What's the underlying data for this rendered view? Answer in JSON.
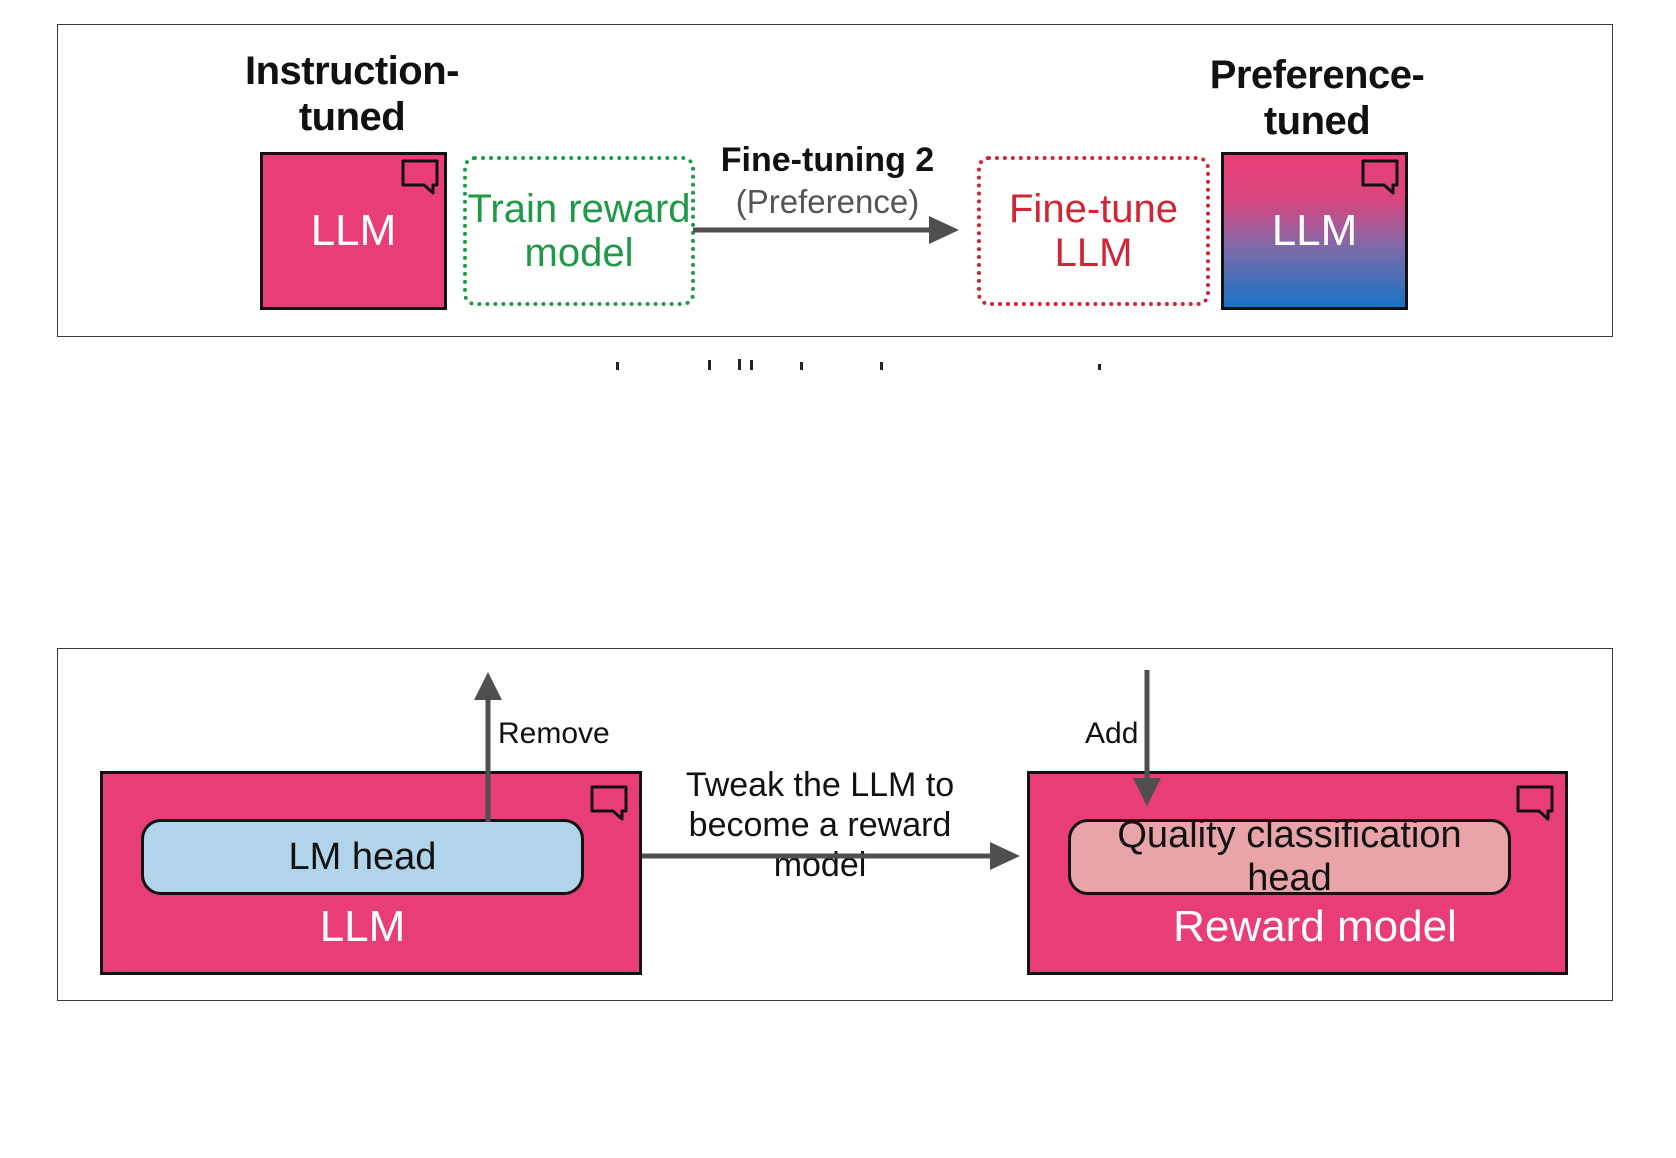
{
  "top": {
    "instruction_label": "Instruction-\ntuned",
    "left_llm": "LLM",
    "train_reward": "Train reward\nmodel",
    "step_title": "Fine-tuning 2",
    "step_subtitle": "(Preference)",
    "finetune": "Fine-tune\nLLM",
    "preference_label": "Preference-\ntuned",
    "right_llm": "LLM"
  },
  "bottom": {
    "remove_label": "Remove",
    "lm_head": "LM head",
    "left_llm": "LLM",
    "tweak_label": "Tweak the LLM to\nbecome a reward model",
    "add_label": "Add",
    "quality_head": "Quality classification head",
    "reward_model": "Reward model"
  },
  "colors": {
    "llm_pink": "#e93d78",
    "green_dotted": "#1e9a47",
    "red_dotted": "#cf2534",
    "arrow_gray": "#4f4f4f",
    "lm_head_blue": "#b2d4ea",
    "quality_head_pink": "#e9a4a9",
    "gradient_bottom": "#1873c5"
  }
}
